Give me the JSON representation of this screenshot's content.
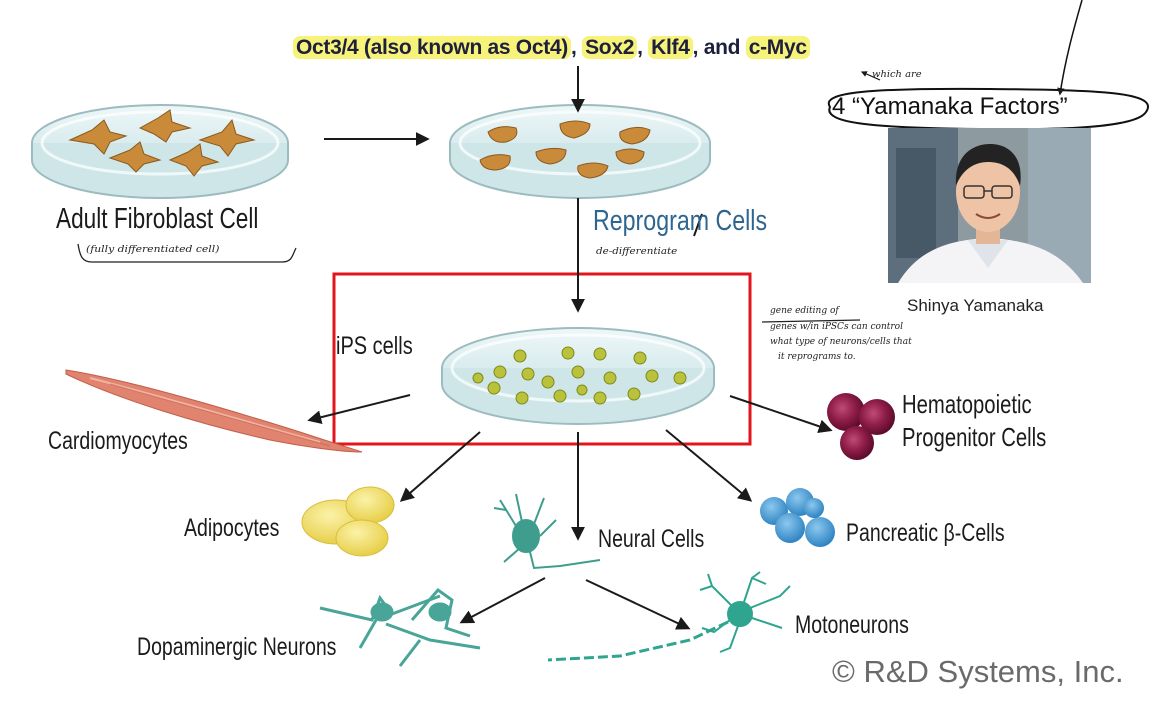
{
  "header": {
    "oct": "Oct3/4 (also known as Oct4)",
    "sep1": ", ",
    "sox": "Sox2",
    "sep2": ", ",
    "klf": "Klf4",
    "sep3": ", and ",
    "myc": "c-Myc"
  },
  "yamanaka": {
    "title": "4 “Yamanaka Factors”",
    "photo_caption": "Shinya Yamanaka"
  },
  "labels": {
    "adult_fibroblast": "Adult Fibroblast Cell",
    "reprogram": "Reprogram Cells",
    "ips": "iPS cells",
    "cardiomyocytes": "Cardiomyocytes",
    "hematopoietic_1": "Hematopoietic",
    "hematopoietic_2": "Progenitor Cells",
    "adipocytes": "Adipocytes",
    "neural": "Neural Cells",
    "pancreatic": "Pancreatic β-Cells",
    "dopaminergic": "Dopaminergic Neurons",
    "motoneurons": "Motoneurons",
    "copyright": "© R&D Systems, Inc."
  },
  "notes": {
    "which_are": "which are",
    "fully_differentiated": "(fully differentiated cell)",
    "de_differentiate": "de-differentiate",
    "gene_editing_1": "gene editing of",
    "gene_editing_2": "genes w/in iPSCs can control",
    "gene_editing_3": "what type of neurons/cells that",
    "gene_editing_4": "it reprograms to."
  },
  "colors": {
    "highlight": "#f6f27a",
    "ips_box": "#e3141b",
    "reprogram_text": "#2f6690",
    "fibroblast": "#c98a3a",
    "ips_cell": "#b9c23a",
    "muscle": "#e0836f",
    "adipocyte": "#f2dd63",
    "neuron": "#3f9d8e",
    "blood": "#8e1d47",
    "pancreatic": "#3d93cf"
  }
}
